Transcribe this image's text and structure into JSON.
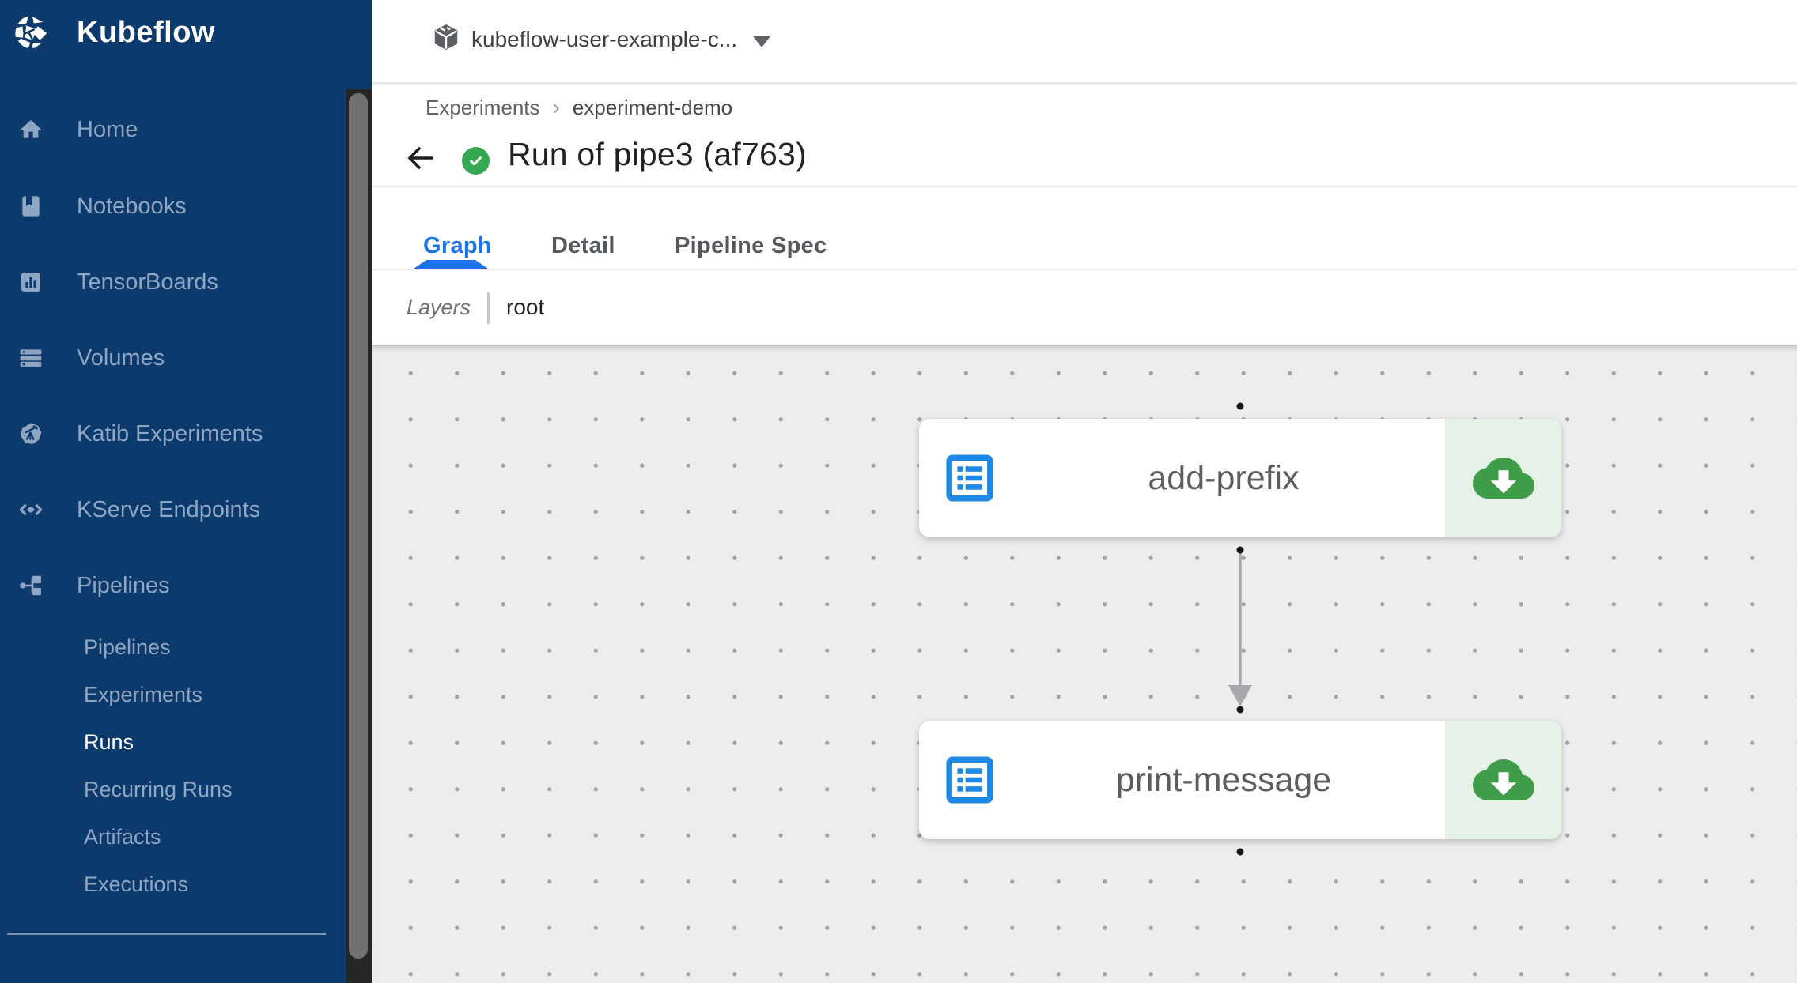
{
  "brand": {
    "name": "Kubeflow",
    "logo_icon": "kubeflow-logo-icon"
  },
  "topbar": {
    "namespace": "kubeflow-user-example-c...",
    "namespace_icon": "package-icon",
    "caret_icon": "caret-down-icon"
  },
  "breadcrumb": {
    "items": [
      "Experiments",
      "experiment-demo"
    ],
    "separator": "›"
  },
  "run_header": {
    "back_icon": "back-arrow-icon",
    "status_icon": "success-check-icon",
    "title": "Run of pipe3 (af763)"
  },
  "tabs": [
    {
      "label": "Graph",
      "active": true
    },
    {
      "label": "Detail",
      "active": false
    },
    {
      "label": "Pipeline Spec",
      "active": false
    }
  ],
  "layers_bar": {
    "label": "Layers",
    "current": "root"
  },
  "sidebar": {
    "items": [
      {
        "label": "Home",
        "icon": "home-icon"
      },
      {
        "label": "Notebooks",
        "icon": "notebook-icon"
      },
      {
        "label": "TensorBoards",
        "icon": "tensorboard-icon"
      },
      {
        "label": "Volumes",
        "icon": "volumes-icon"
      },
      {
        "label": "Katib Experiments",
        "icon": "katib-icon"
      },
      {
        "label": "KServe Endpoints",
        "icon": "kserve-icon"
      },
      {
        "label": "Pipelines",
        "icon": "pipelines-icon"
      }
    ],
    "pipeline_subitems": [
      {
        "label": "Pipelines",
        "active": false
      },
      {
        "label": "Experiments",
        "active": false
      },
      {
        "label": "Runs",
        "active": true
      },
      {
        "label": "Recurring Runs",
        "active": false
      },
      {
        "label": "Artifacts",
        "active": false
      },
      {
        "label": "Executions",
        "active": false
      }
    ]
  },
  "graph": {
    "nodes": [
      {
        "label": "add-prefix",
        "icon": "task-list-icon",
        "artifact_icon": "cloud-download-icon"
      },
      {
        "label": "print-message",
        "icon": "task-list-icon",
        "artifact_icon": "cloud-download-icon"
      }
    ],
    "edges": [
      {
        "from": "add-prefix",
        "to": "print-message"
      }
    ]
  },
  "colors": {
    "sidebar_bg": "#0d3a6d",
    "accent_blue": "#1a73e8",
    "success_green": "#34a853",
    "node_icon_blue": "#1e88e5",
    "artifact_green": "#3f9d49",
    "artifact_bg": "#e6f2e7",
    "canvas_bg": "#ededee"
  }
}
